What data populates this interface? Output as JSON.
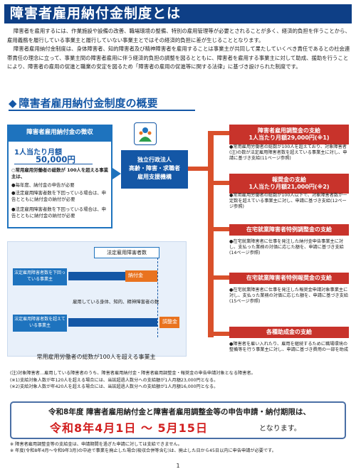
{
  "title": "障害者雇用納付金制度とは",
  "intro": [
    "障害者を雇用するには、作業施設や設備の改善、職場環境の整備、特別の雇用管理等が必要とされることが多く、経済的負担を伴うことから、雇用義務を履行している事業主と履行していない事業主とではその経済的負担に差が生じることとなります。",
    "障害者雇用納付金制度は、身体障害者、知的障害者及び精神障害者を雇用することは事業主が共同して果たしていくべき責任であるとの社会連帯責任の理念に立って、事業主間の障害者雇用に伴う経済的負担の調整を図るとともに、障害者を雇用する事業主に対して助成、援助を行うことにより、障害者の雇用の促進と職業の安定を図るため「障害者の雇用の促進等に関する法律」に基づき設けられた制度です。"
  ],
  "section_title": "障害者雇用納付金制度の概要",
  "left": {
    "heading": "障害者雇用納付金の徴収",
    "amount_label": "1人当たり月額",
    "amount_value": "50,000円",
    "target": "○常用雇用労働者の総数が 100人を超える事業主は、",
    "bullets": [
      "●毎年度、納付金の申告が必要",
      "●法定雇用障害者数を下回っている場合は、申告とともに納付金の納付が必要",
      "●法定雇用障害者数を下回っている場合は、申告とともに納付金の納付が必要"
    ]
  },
  "center": {
    "line1": "独立行政法人",
    "line2": "高齢・障害・求職者",
    "line3": "雇用支援機構"
  },
  "right": [
    {
      "title": "障害者雇用調整金の支給",
      "subtitle": "1人当たり月額29,000円(※1)",
      "desc": "●常用雇用労働者の総数が100人を超えており、対象障害者(注)の数が法定雇用障害者数を超えている事業主に対し、申請に基づき支給(11ページ参照)"
    },
    {
      "title": "報奨金の支給",
      "subtitle": "1人当たり月額21,000円(※2)",
      "desc": "●常用雇用労働者の総数が100人以下で、対象障害者数が一定数を超えている事業主に対し、申請に基づき支給(12ページ参照)"
    },
    {
      "title": "在宅就業障害者特例調整金の支給",
      "subtitle": "",
      "desc": "●在宅就業障害者に仕事を発注した納付金申告事業主に対し、支払った業務の対価に応じた額を、申請に基づき支給(14ページ参照)"
    },
    {
      "title": "在宅就業障害者特例報奨金の支給",
      "subtitle": "",
      "desc": "●在宅就業障害者に仕事を発注した報奨金申請対象事業主に対し、支払った業務の対価に応じた額を、申請に基づき支給(15ページ参照)"
    },
    {
      "title": "各種助成金の支給",
      "subtitle": "",
      "desc": "●障害者を雇い入れたり、雇用を継続するために職場環境の整備等を行う事業主に対し、申請に基づき費用の一部を助成"
    }
  ],
  "graph": {
    "legal_label": "法定雇用障害者数",
    "row1_label": "法定雇用障害者数を下回っている事業主",
    "row1_payment": "納付金",
    "mid_label": "雇用している身体、知的、精神障害者の数",
    "row2_label": "法定雇用障害者数を超えている事業主",
    "row2_adjust": "調整金",
    "caption": "常用雇用労働者の総数が100人を超える事業主"
  },
  "notes": [
    "(注)対象障害者…雇用している障害者のうち、障害者雇用納付金・障害者雇用調整金・報奨金の申告申請対象となる障害者。",
    "(※1)支給対象人数が年120人を超える場合には、当該超過人数分への支給額が1人月額23,000円となる。",
    "(※2)支給対象人数が年420人を超える場合には、当該超過人数分への支給額が1人月額16,000円となる。"
  ],
  "deadline": {
    "line1": "令和8年度 障害者雇用納付金と障害者雇用調整金等の申告申請・納付期限は、",
    "date": "令和8年4月1日 〜 5月15日",
    "tail": "となります。"
  },
  "footnotes": [
    "※ 障害者雇用調整金等の支給金は、申請期間を過ぎた申請に対しては支給できません。",
    "※ 年度(令和8年4月〜令和9年3月)の中途で事業を廃止した場合(吸収合併等含む)は、廃止した日から45日以内に申告申請が必要です。"
  ],
  "page_number": "1",
  "colors": {
    "navy": "#0e3f86",
    "blue": "#1e73be",
    "red": "#c8332b",
    "orange": "#e9731f"
  }
}
